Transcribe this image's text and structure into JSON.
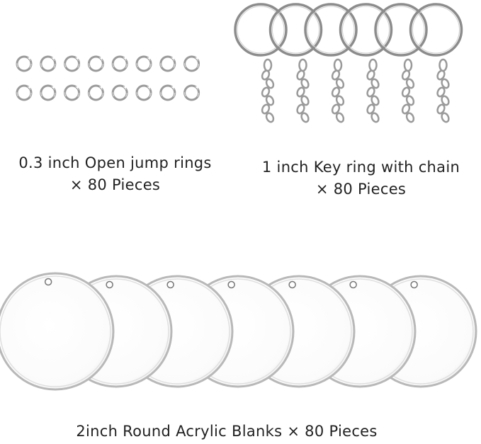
{
  "jump_rings": {
    "label": "0.3 inch Open jump rings",
    "quantity": "× 80 Pieces",
    "shown_rows": 2,
    "shown_per_row": 8
  },
  "key_rings": {
    "label": "1 inch Key ring with chain",
    "quantity": "× 80 Pieces",
    "shown_count": 6
  },
  "acrylic_blanks": {
    "label": "2inch Round Acrylic Blanks",
    "quantity": "× 80 Pieces",
    "shown_count": 7
  },
  "colors": {
    "background": "#ffffff",
    "metal": "#9a9a9a",
    "acrylic_edge": "#b8b8b8",
    "text": "#222222"
  }
}
